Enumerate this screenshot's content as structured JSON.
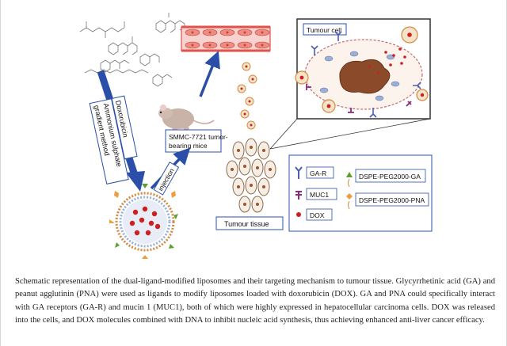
{
  "figure": {
    "labels": {
      "tumour_cell": "Tumour cell",
      "tumour_tissue": "Tumour tissue",
      "mice_line1": "SMMC-7721 tumor-",
      "mice_line2": "bearing mice",
      "doxorubicin": "Doxorubicin",
      "ammonium_line1": "Ammonium sulphate",
      "ammonium_line2": "gradient method",
      "injection": "injection"
    },
    "legend": {
      "gar": "GA-R",
      "muc1": "MUC1",
      "dox": "DOX",
      "dspe_ga": "DSPE-PEG2000-GA",
      "dspe_pna": "DSPE-PEG2000-PNA"
    },
    "colors": {
      "arrow_blue": "#2b4fa8",
      "vessel_red": "#e0524a",
      "dox_red": "#cc2020",
      "muc1_purple": "#8b2c7a",
      "gar_blue": "#4a5fb0",
      "ga_green": "#5aa030",
      "pna_orange": "#e8a040"
    }
  },
  "caption": {
    "text": "Schematic representation of the dual-ligand-modified liposomes and their targeting mechanism to tumour tissue. Glycyrrhetinic acid (GA) and peanut agglutinin (PNA) were used as ligands to modify liposomes loaded with doxorubicin (DOX). GA and PNA could specifically interact with GA receptors (GA-R) and mucin 1 (MUC1), both of which were highly expressed in hepatocellular carcinoma cells. DOX was released into the cells, and DOX molecules combined with DNA to inhibit nucleic acid synthesis, thus achieving enhanced anti-liver cancer efficacy."
  }
}
